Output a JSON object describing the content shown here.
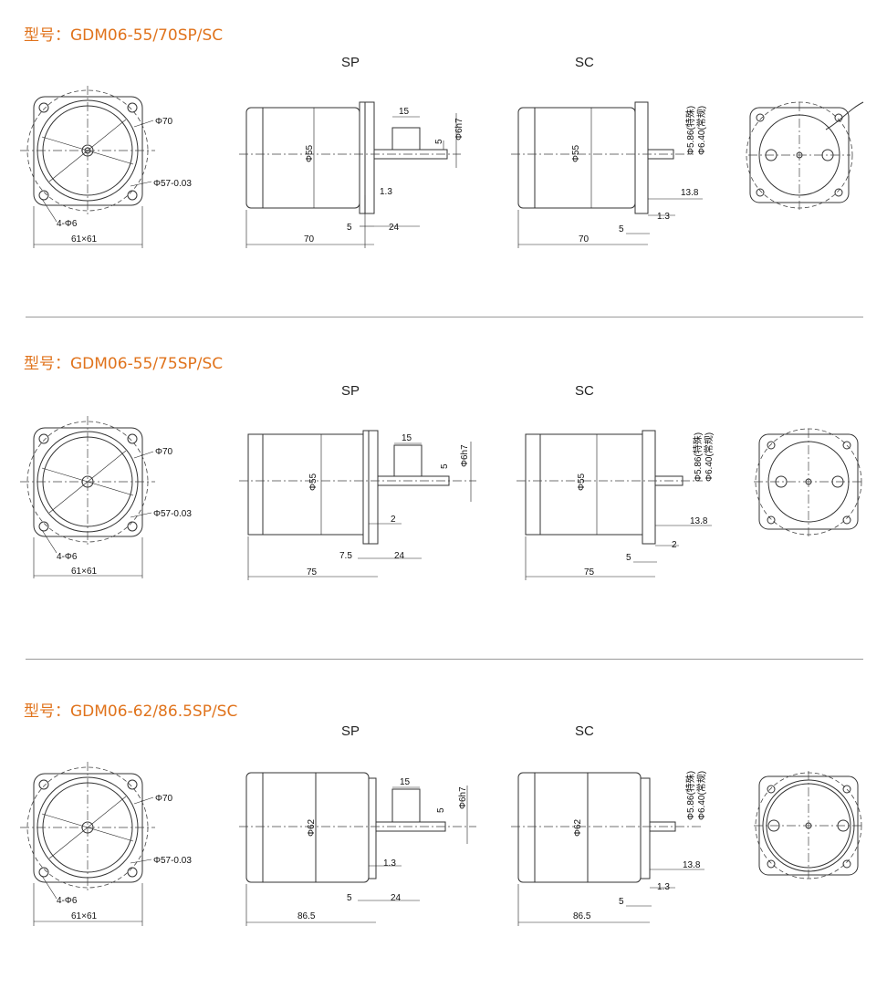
{
  "colors": {
    "title": "#e0731c",
    "line": "#333333"
  },
  "labels": {
    "sp": "SP",
    "sc": "SC"
  },
  "sections": [
    {
      "title": "型号：GDM06-55/70SP/SC",
      "front": {
        "flange": "Φ70",
        "spigot": "Φ57-0.03",
        "holes": "4-Φ6",
        "square": "61×61"
      },
      "sp": {
        "body_dia": "Φ55",
        "length": "70",
        "key_len": "15",
        "key_h": "5",
        "shaft_dia": "Φ6h7",
        "flange_t": "1.3",
        "pilot": "5",
        "shaft_len": "24"
      },
      "sc": {
        "body_dia": "Φ55",
        "length": "70",
        "dcut1": "Φ5.86(特殊)",
        "dcut2": "Φ6.40(常规)",
        "shaft_len": "13.8",
        "flange_t": "1.3",
        "pilot": "5"
      }
    },
    {
      "title": "型号：GDM06-55/75SP/SC",
      "front": {
        "flange": "Φ70",
        "spigot": "Φ57-0.03",
        "holes": "4-Φ6",
        "square": "61×61"
      },
      "sp": {
        "body_dia": "Φ55",
        "length": "75",
        "key_len": "15",
        "key_h": "5",
        "shaft_dia": "Φ6h7",
        "flange_t": "2",
        "pilot": "7.5",
        "shaft_len": "24"
      },
      "sc": {
        "body_dia": "Φ55",
        "length": "75",
        "dcut1": "Φ5.86(特殊)",
        "dcut2": "Φ6.40(常规)",
        "shaft_len": "13.8",
        "flange_t": "2",
        "pilot": "5"
      }
    },
    {
      "title": "型号：GDM06-62/86.5SP/SC",
      "front": {
        "flange": "Φ70",
        "spigot": "Φ57-0.03",
        "holes": "4-Φ6",
        "square": "61×61"
      },
      "sp": {
        "body_dia": "Φ62",
        "length": "86.5",
        "key_len": "15",
        "key_h": "5",
        "shaft_dia": "Φ6h7",
        "flange_t": "1.3",
        "pilot": "5",
        "shaft_len": "24"
      },
      "sc": {
        "body_dia": "Φ62",
        "length": "86.5",
        "dcut1": "Φ5.86(特殊)",
        "dcut2": "Φ6.40(常规)",
        "shaft_len": "13.8",
        "flange_t": "1.3",
        "pilot": "5"
      }
    }
  ]
}
